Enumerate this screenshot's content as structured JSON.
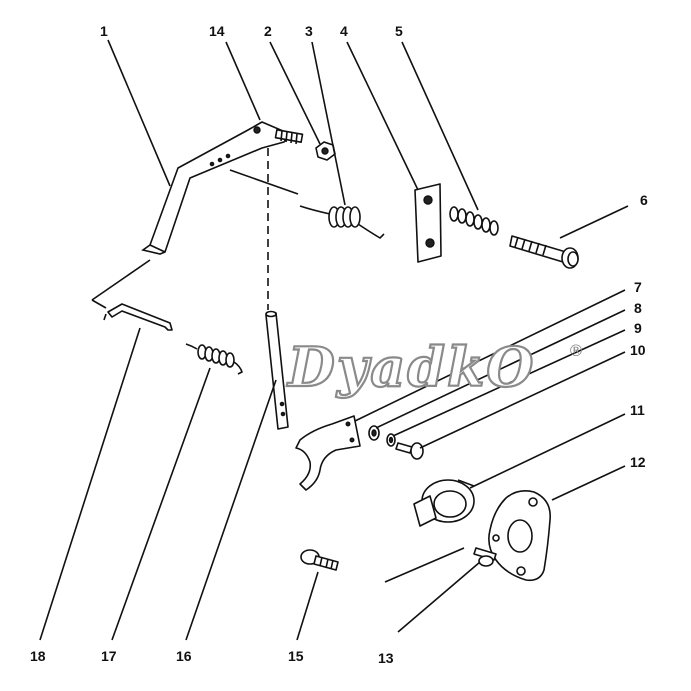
{
  "labels": {
    "n1": "1",
    "n2": "2",
    "n3": "3",
    "n4": "4",
    "n5": "5",
    "n6": "6",
    "n7": "7",
    "n8": "8",
    "n9": "9",
    "n10": "10",
    "n11": "11",
    "n12": "12",
    "n13": "13",
    "n14": "14",
    "n15": "15",
    "n16": "16",
    "n17": "17",
    "n18": "18"
  },
  "watermark": {
    "text": "DyadkO",
    "mark": "®"
  }
}
